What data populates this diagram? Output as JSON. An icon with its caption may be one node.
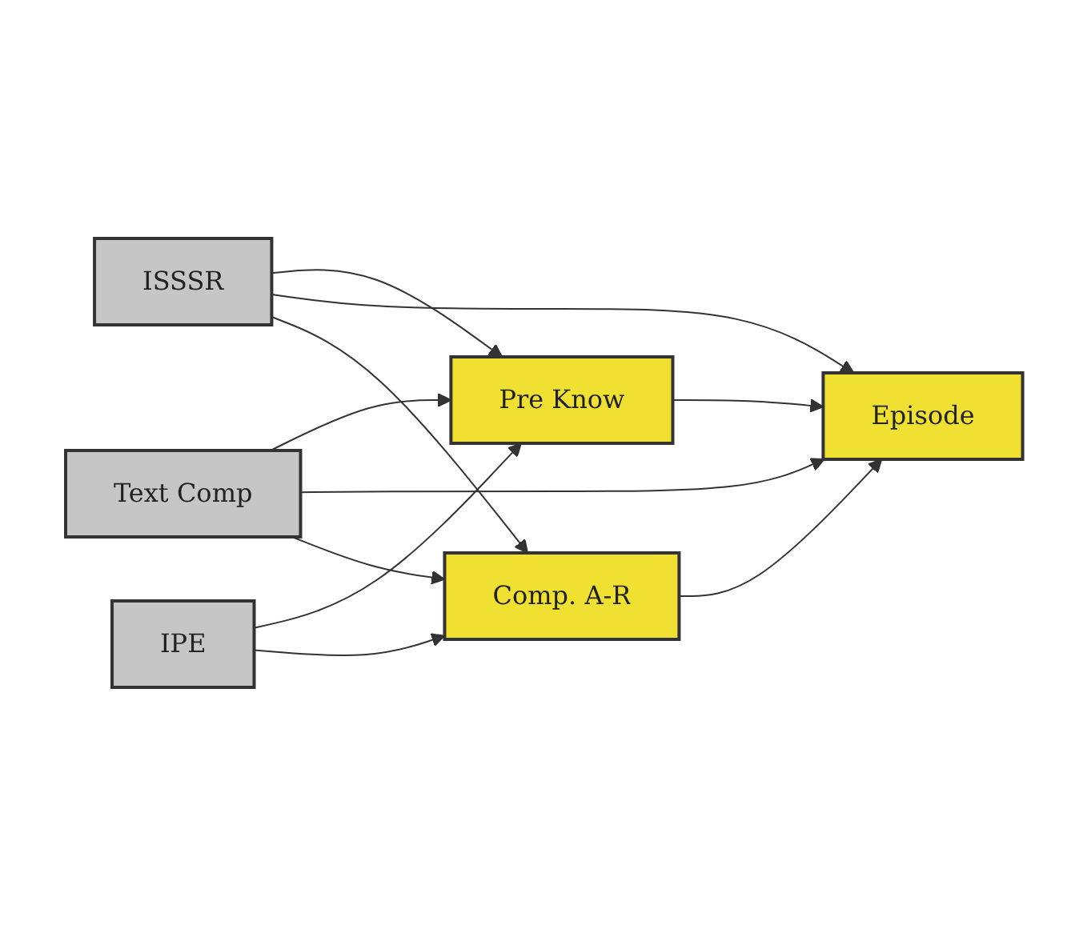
{
  "diagram": {
    "nodes": [
      {
        "text": [
          "ISSSR"
        ]
      },
      {
        "text": [
          "IPE"
        ]
      },
      {
        "text": [
          "Text Comp"
        ]
      },
      {
        "text": [
          "Pre Know"
        ]
      },
      {
        "text": [
          "Episode"
        ]
      },
      {
        "text": [
          "Comp. A-R"
        ]
      }
    ],
    "edges": [
      {
        "from": 0,
        "to": 3,
        "arrow": "to"
      },
      {
        "from": 0,
        "to": 4,
        "arrow": "to"
      },
      {
        "from": 0,
        "to": 5,
        "arrow": "to"
      },
      {
        "from": 1,
        "to": 3,
        "arrow": "to"
      },
      {
        "from": 1,
        "to": 5,
        "arrow": "to"
      },
      {
        "from": 2,
        "to": 3,
        "arrow": "to"
      },
      {
        "from": 2,
        "to": 4,
        "arrow": "to"
      },
      {
        "from": 2,
        "to": 5,
        "arrow": "to"
      },
      {
        "from": 3,
        "to": 4,
        "arrow": "to"
      },
      {
        "from": 5,
        "to": 4,
        "arrow": "to"
      }
    ]
  }
}
